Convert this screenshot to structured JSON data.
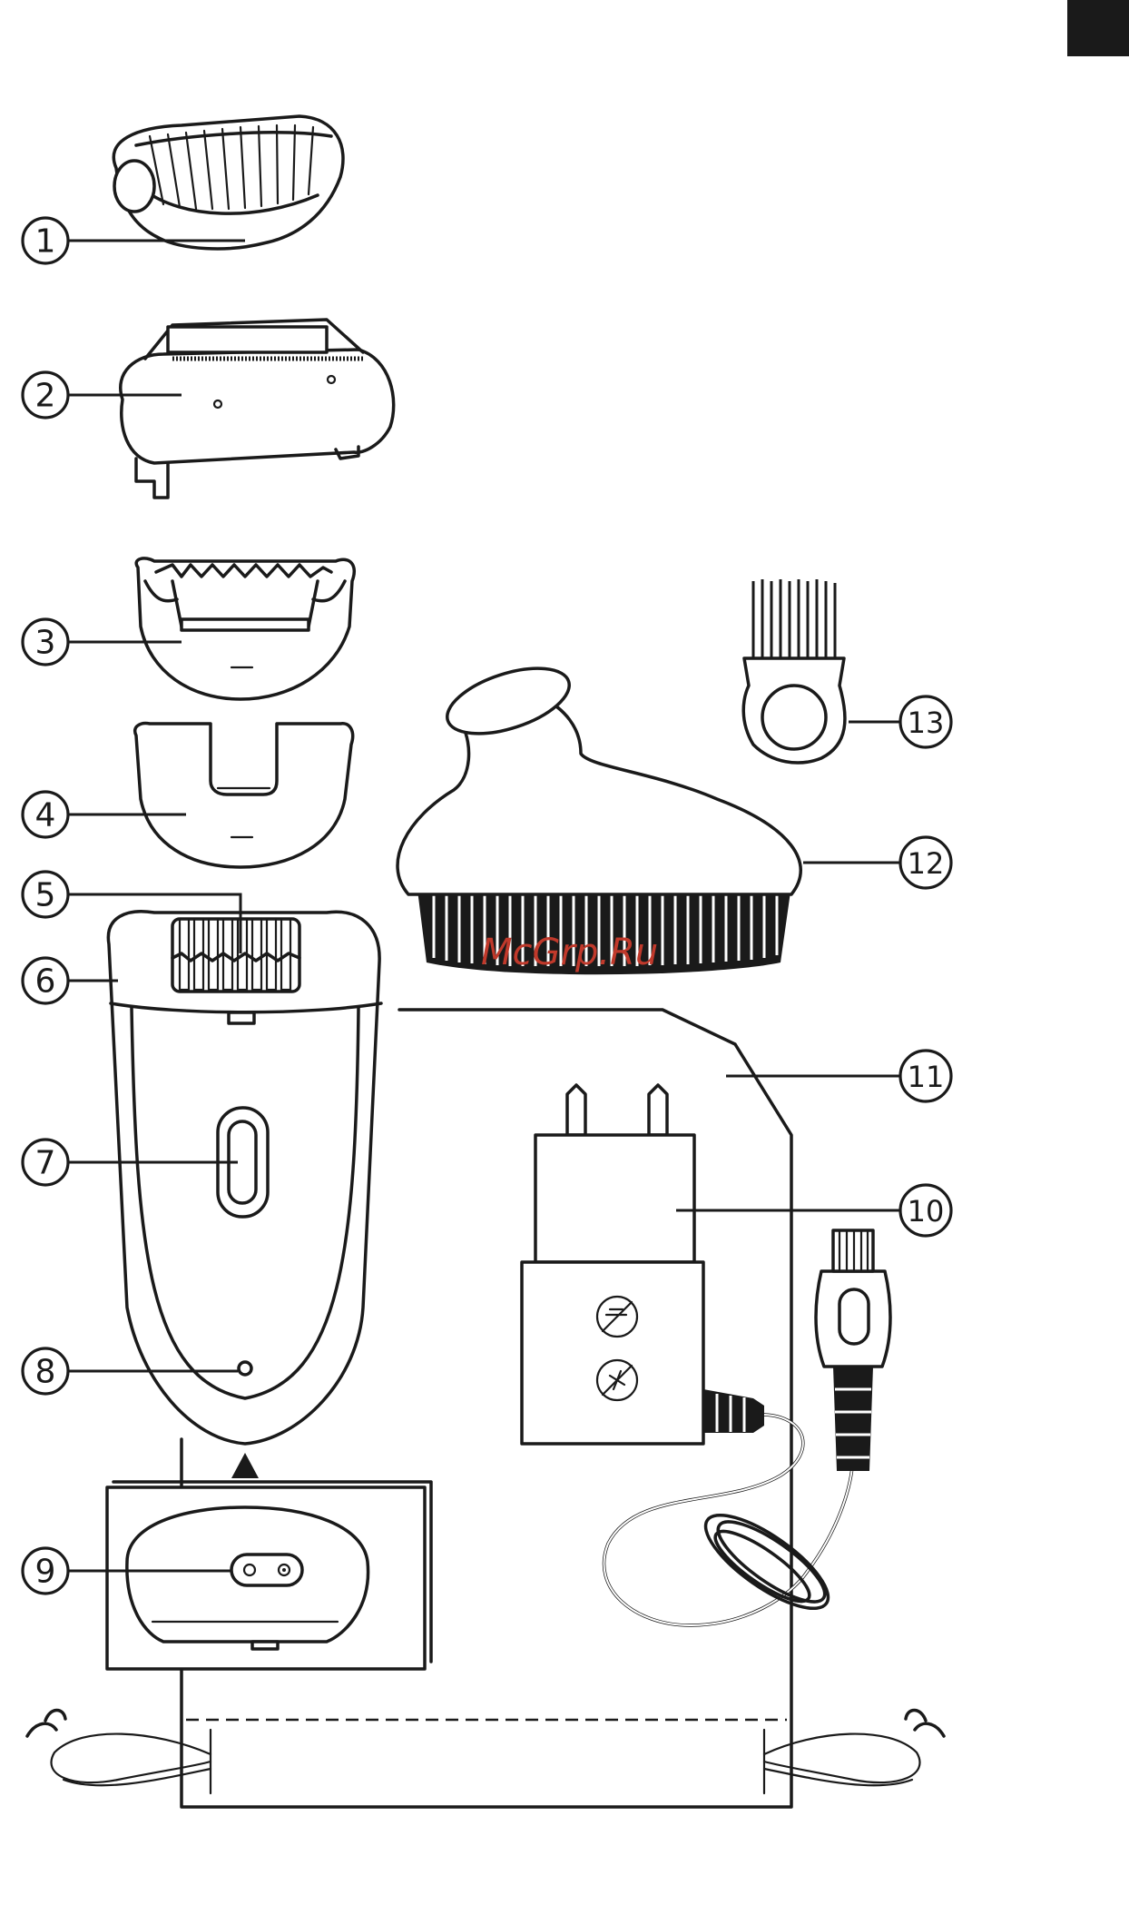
{
  "callouts": [
    "1",
    "2",
    "3",
    "4",
    "5",
    "6",
    "7",
    "8",
    "9",
    "10",
    "11",
    "12",
    "13"
  ],
  "watermark": "McGrp.Ru",
  "colors": {
    "ink": "#1a1a1a",
    "paper": "#ffffff",
    "watermark": "#c0392b"
  }
}
